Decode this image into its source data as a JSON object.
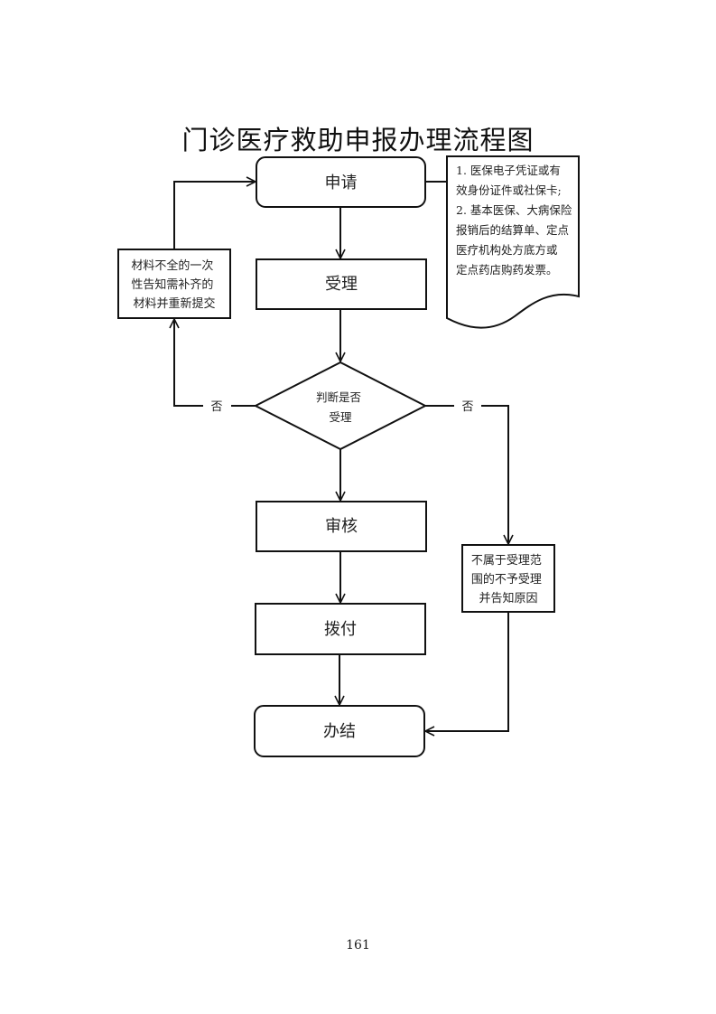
{
  "title": "门诊医疗救助申报办理流程图",
  "nodes": {
    "apply": "申请",
    "accept": "受理",
    "decision": [
      "判断是否",
      "受理"
    ],
    "review": "审核",
    "payment": "拨付",
    "complete": "办结",
    "incomplete_materials": [
      "材料不全的一次",
      "性告知需补齐的",
      "材料并重新提交"
    ],
    "out_of_scope": [
      "不属于受理范",
      "围的不予受理",
      "并告知原因"
    ],
    "required_documents": [
      "1. 医保电子凭证或有",
      "效身份证件或社保卡;",
      "2. 基本医保、大病保险",
      "报销后的结算单、定点",
      "医疗机构处方底方或",
      "定点药店购药发票。"
    ]
  },
  "edge_labels": {
    "left_no": "否",
    "right_no": "否"
  },
  "page_number": "161"
}
